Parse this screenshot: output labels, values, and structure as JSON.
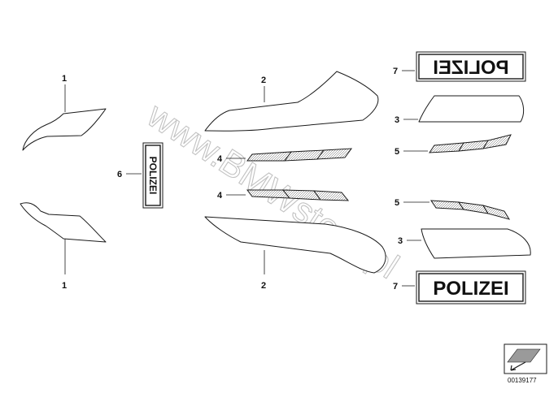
{
  "watermark": "www.BMWstore.pl",
  "callouts": {
    "c1_top": "1",
    "c1_bottom": "1",
    "c2_top": "2",
    "c2_bottom": "2",
    "c3_top": "3",
    "c3_bottom": "3",
    "c4_top": "4",
    "c4_bottom": "4",
    "c5_top": "5",
    "c5_bottom": "5",
    "c6": "6",
    "c7_top": "7",
    "c7_bottom": "7"
  },
  "plates": {
    "vertical": "POLIZEI",
    "mirrored": "POLIZEI",
    "normal": "POLIZEI"
  },
  "reference_number": "00139177",
  "icons": {
    "corner_symbol": "arrow-section-icon"
  }
}
